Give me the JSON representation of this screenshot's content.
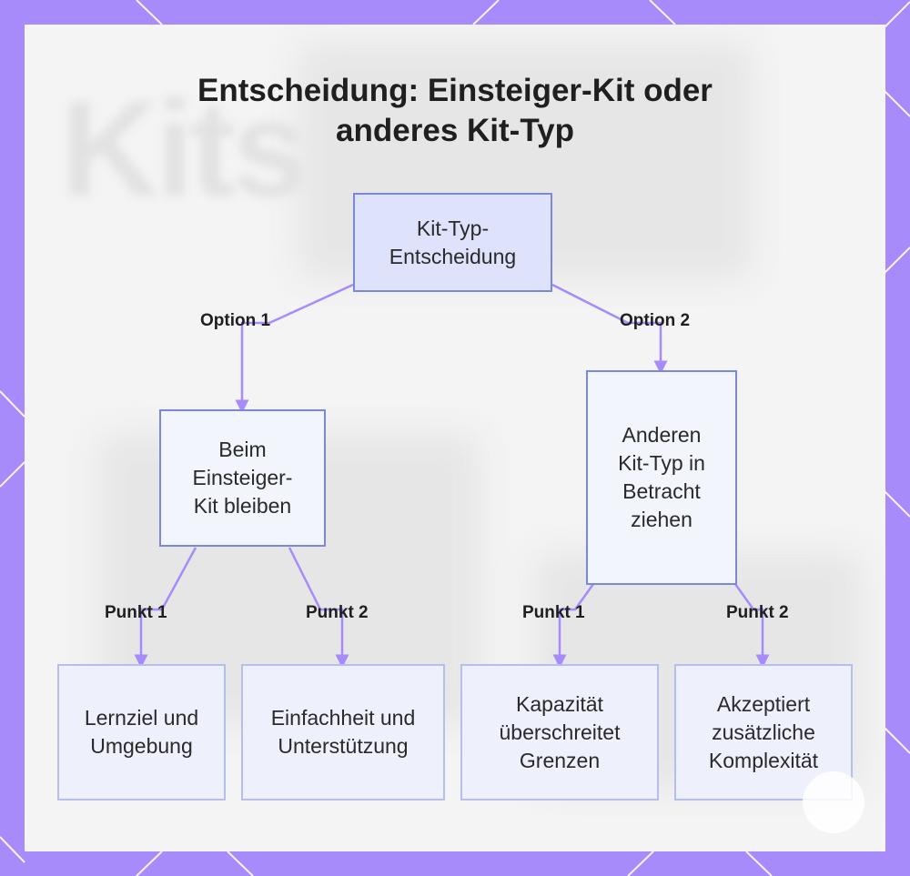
{
  "title": "Entscheidung: Einsteiger-Kit oder anderes Kit-Typ",
  "background_text": "Kits",
  "colors": {
    "frame": "#a78bfa",
    "connector": "#a78bfa",
    "node_border": "#7b88d6",
    "root_fill": "#dfe2fb"
  },
  "nodes": {
    "root": "Kit-Typ-Entscheidung",
    "option1": "Beim Einsteiger-Kit bleiben",
    "option2": "Anderen Kit-Typ in Betracht ziehen",
    "leaf1": "Lernziel und Umgebung",
    "leaf2": "Einfachheit und Unterstützung",
    "leaf3": "Kapazität überschreitet Grenzen",
    "leaf4": "Akzeptiert zusätzliche Komplexität"
  },
  "edge_labels": {
    "option1": "Option 1",
    "option2": "Option 2",
    "o1_punkt1": "Punkt 1",
    "o1_punkt2": "Punkt 2",
    "o2_punkt1": "Punkt 1",
    "o2_punkt2": "Punkt 2"
  }
}
